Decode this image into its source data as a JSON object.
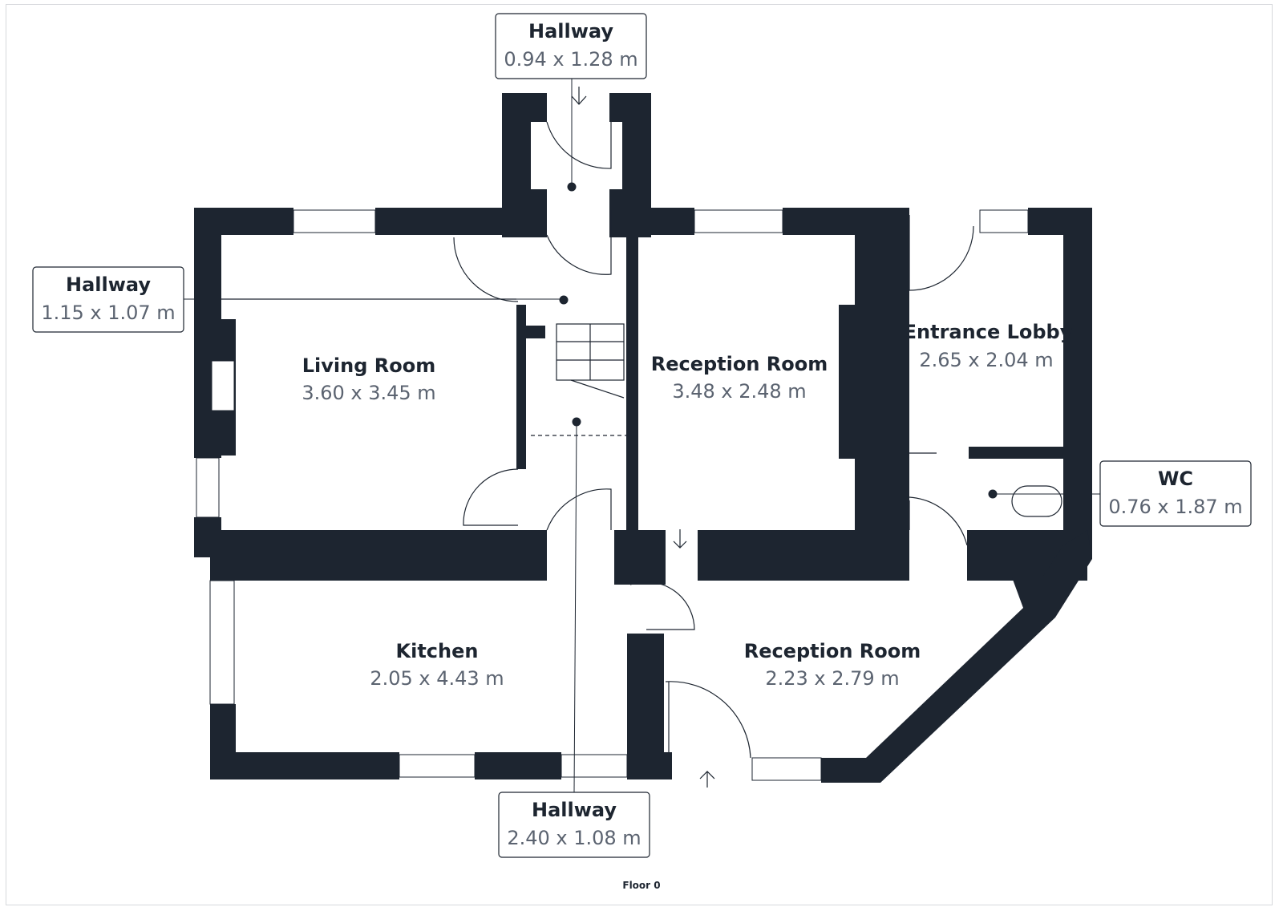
{
  "colors": {
    "wall": "#1d2530",
    "name_text": "#1d2530",
    "dim_text": "#5b6370"
  },
  "rooms": {
    "living_room": {
      "name": "Living Room",
      "dims": "3.60 x 3.45 m"
    },
    "reception_room_top": {
      "name": "Reception Room",
      "dims": "3.48 x 2.48 m"
    },
    "entrance_lobby": {
      "name": "Entrance Lobby",
      "dims": "2.65 x 2.04 m"
    },
    "kitchen": {
      "name": "Kitchen",
      "dims": "2.05 x 4.43 m"
    },
    "reception_room_bottom": {
      "name": "Reception Room",
      "dims": "2.23 x 2.79 m"
    }
  },
  "callouts": {
    "hallway_top": {
      "name": "Hallway",
      "dims": "0.94 x 1.28 m"
    },
    "hallway_left": {
      "name": "Hallway",
      "dims": "1.15 x 1.07 m"
    },
    "hallway_bottom": {
      "name": "Hallway",
      "dims": "2.40 x 1.08 m"
    },
    "wc": {
      "name": "WC",
      "dims": "0.76 x 1.87 m"
    }
  },
  "floor_label": "Floor 0"
}
